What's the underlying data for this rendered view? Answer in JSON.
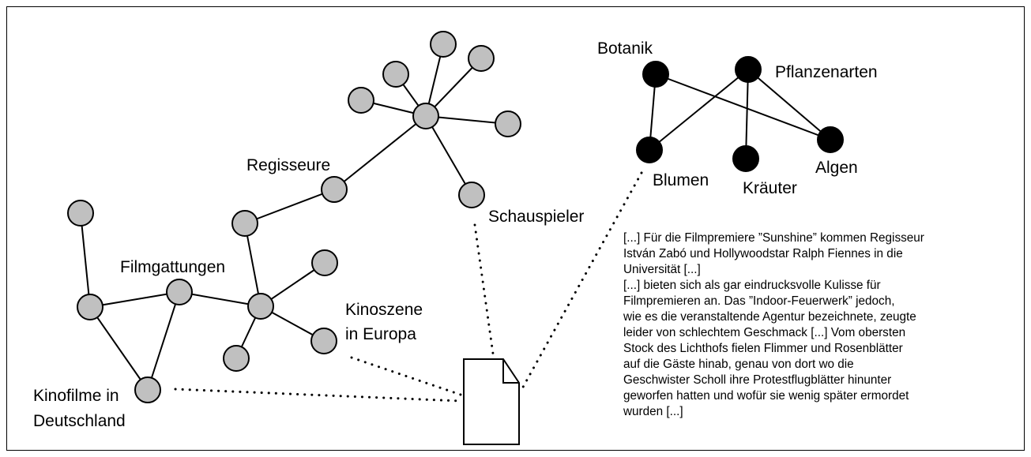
{
  "labels": {
    "regisseure": "Regisseure",
    "schauspieler": "Schauspieler",
    "filmgattungen": "Filmgattungen",
    "kinoszene_line1": "Kinoszene",
    "kinoszene_line2": "in Europa",
    "kinofilme_line1": "Kinofilme in",
    "kinofilme_line2": "Deutschland",
    "botanik": "Botanik",
    "pflanzenarten": "Pflanzenarten",
    "blumen": "Blumen",
    "kraeuter": "Kräuter",
    "algen": "Algen"
  },
  "excerpt": {
    "lines": [
      "[...] Für die Filmpremiere ”Sunshine” kommen Regisseur",
      "István Zabó und Hollywoodstar Ralph Fiennes in die",
      "Universität [...]",
      "[...] bieten sich als gar eindrucksvolle Kulisse für",
      "Filmpremieren an. Das ”Indoor-Feuerwerk” jedoch,",
      "wie es die veranstaltende Agentur bezeichnete, zeugte",
      "leider von schlechtem Geschmack [...] Vom obersten",
      "Stock des Lichthofs fielen Flimmer und Rosenblätter",
      "auf die Gäste hinab, genau von dort wo die",
      "Geschwister Scholl ihre Protestflugblätter hinunter",
      "geworfen hatten und wofür sie wenig später ermordet",
      "wurden [...]"
    ]
  },
  "colors": {
    "film_node_fill": "#c0c0c0",
    "botany_node_fill": "#000000",
    "stroke": "#000000",
    "background": "#ffffff"
  }
}
